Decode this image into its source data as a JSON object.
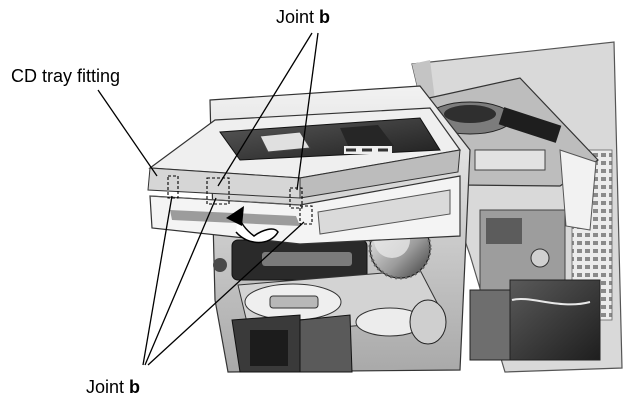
{
  "labels": {
    "top_joint_word": "Joint",
    "top_joint_letter": "b",
    "bottom_joint_word": "Joint",
    "bottom_joint_letter": "b",
    "cd_tray_fitting": "CD tray fitting"
  },
  "colors": {
    "line": "#000000",
    "background": "#ffffff",
    "metal_light": "#e4e4e4",
    "metal_mid": "#b8b8b8",
    "metal_dark": "#3a3a3a"
  },
  "icons": {
    "rotation_arrow": "curved-arrow-icon",
    "joint_marker": "dashed-box-icon"
  }
}
